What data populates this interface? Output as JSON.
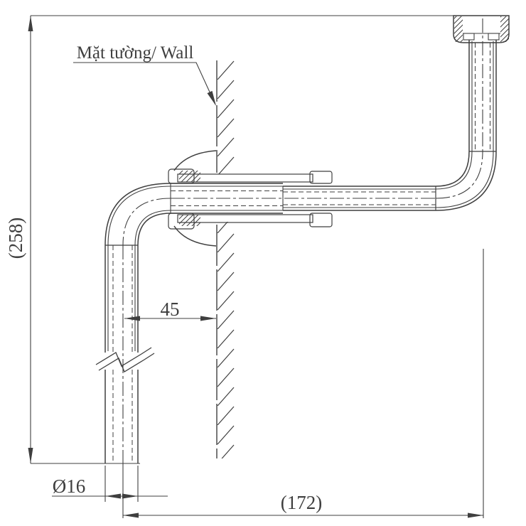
{
  "drawing": {
    "wall_label": "Mặt tường/ Wall",
    "dimensions": {
      "overall_height": "(258)",
      "wall_to_pipe_center": "45",
      "pipe_diameter": "Ø16",
      "overall_width": "(172)"
    },
    "colors": {
      "line": "#3f3f3f",
      "background": "#ffffff"
    }
  }
}
